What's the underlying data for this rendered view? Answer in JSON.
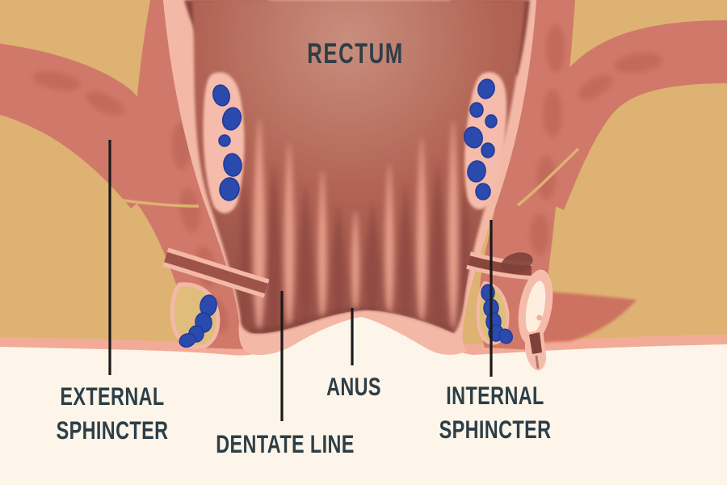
{
  "illustration": {
    "labels": {
      "rectum": "RECTUM",
      "anus": "ANUS",
      "dentate_line": "DENTATE LINE",
      "external_sphincter_line1": "EXTERNAL",
      "external_sphincter_line2": "SPHINCTER",
      "internal_sphincter_line1": "INTERNAL",
      "internal_sphincter_line2": "SPHINCTER"
    },
    "colors": {
      "background_tan": "#deb272",
      "background_cream": "#fdf5ea",
      "skin_strip": "#f2ab97",
      "muscle_salmon": "#d0796a",
      "muscle_shadow": "#c26b5c",
      "wall_pink": "#f3b8a6",
      "pod_pink": "#f6bcab",
      "lumen_dark": "#8f4a41",
      "lumen_light": "#c98e7e",
      "maroon": "#8a453c",
      "vein_blue": "#2b4aad",
      "gland_cream": "#fdeedd",
      "label_text": "#2d3e46",
      "leader_line": "#1a1a1a"
    }
  }
}
